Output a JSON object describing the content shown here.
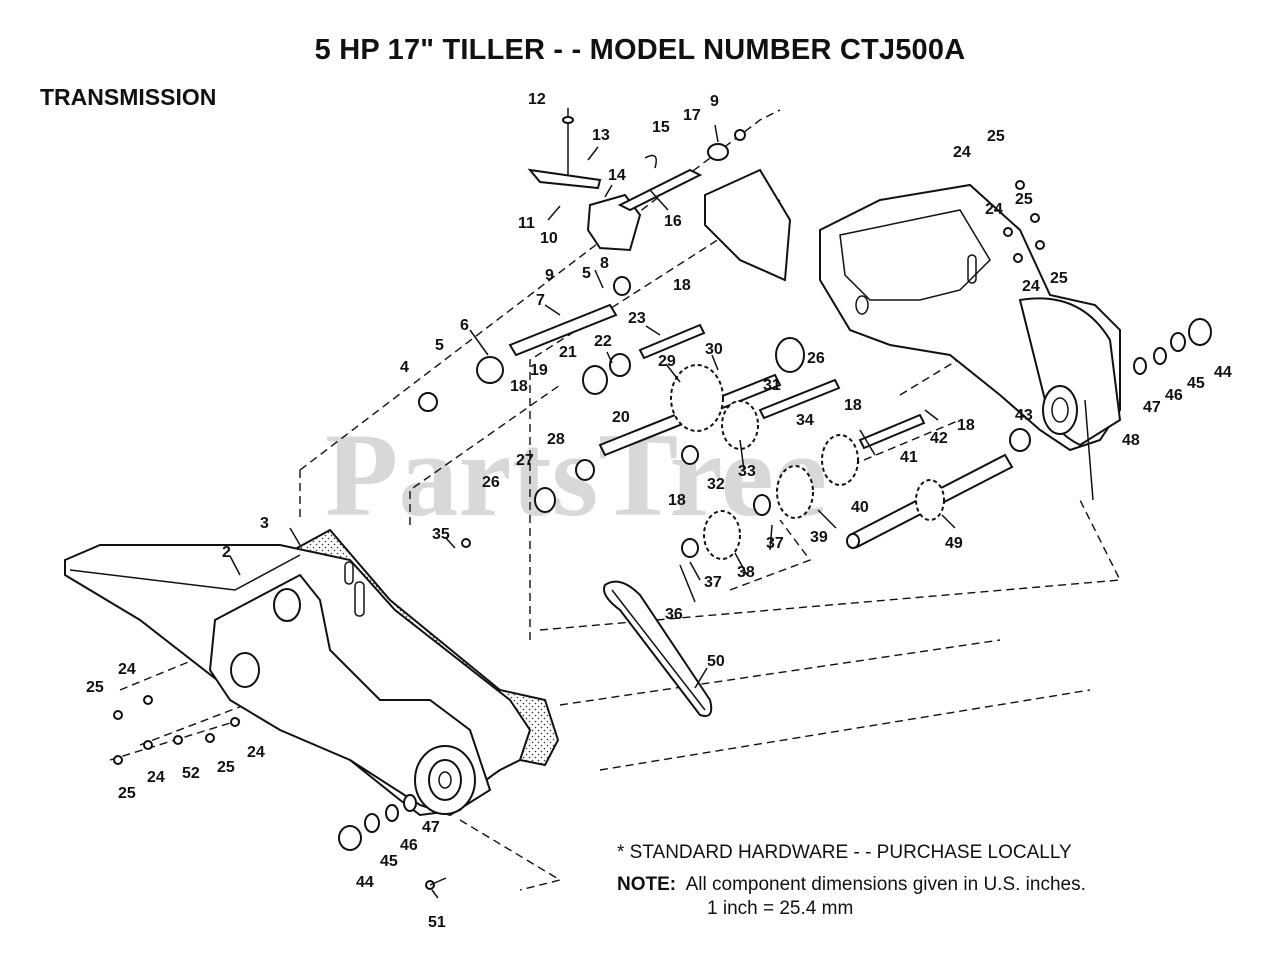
{
  "title": "5 HP 17\" TILLER - - MODEL NUMBER CTJ500A",
  "section": "TRANSMISSION",
  "watermark": "PartsTree",
  "footer": {
    "standard_hardware": "* STANDARD HARDWARE - - PURCHASE LOCALLY",
    "note_label": "NOTE:",
    "note_text": "All component dimensions given in U.S. inches.",
    "conversion": "1 inch = 25.4 mm"
  },
  "callouts": [
    "12",
    "13",
    "15",
    "17",
    "9",
    "14",
    "11",
    "10",
    "16",
    "9",
    "8",
    "5",
    "7",
    "18",
    "6",
    "5",
    "4",
    "23",
    "22",
    "21",
    "19",
    "18",
    "20",
    "29",
    "30",
    "31",
    "26",
    "18",
    "34",
    "28",
    "27",
    "26",
    "33",
    "32",
    "18",
    "40",
    "41",
    "42",
    "18",
    "43",
    "44",
    "45",
    "46",
    "47",
    "48",
    "24",
    "25",
    "24",
    "25",
    "24",
    "25",
    "3",
    "2",
    "35",
    "37",
    "39",
    "38",
    "37",
    "36",
    "49",
    "50",
    "25",
    "24",
    "25",
    "24",
    "52",
    "25",
    "24",
    "47",
    "46",
    "45",
    "44",
    "51"
  ]
}
